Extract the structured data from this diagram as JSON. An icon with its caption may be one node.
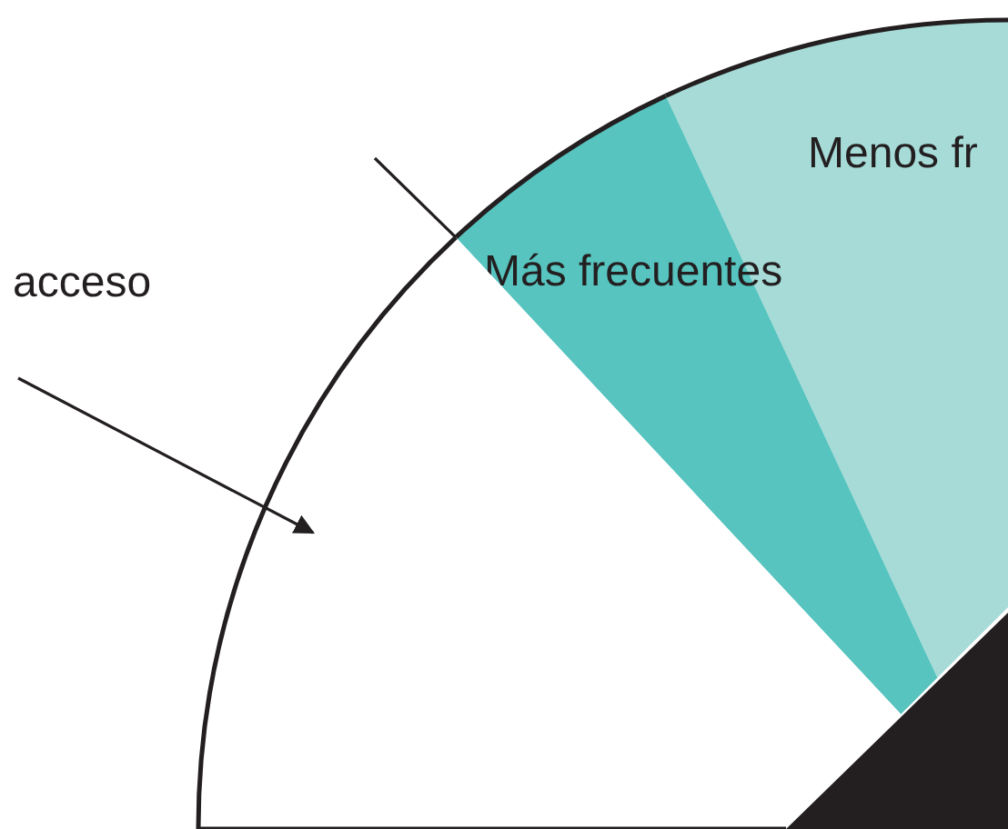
{
  "diagram": {
    "nodes": [
      {
        "text": [],
        "shape": "sector"
      },
      {
        "text": [
          "Más frecuentes"
        ]
      },
      {
        "text": [
          "Menos fr"
        ]
      },
      {
        "text": [],
        "shape": "triangle"
      }
    ],
    "edges": [
      {
        "from": null,
        "to": 0,
        "arrow": "to"
      },
      {
        "from": null,
        "to": 1,
        "arrow": "none"
      }
    ],
    "labels": [
      "acceso"
    ]
  }
}
